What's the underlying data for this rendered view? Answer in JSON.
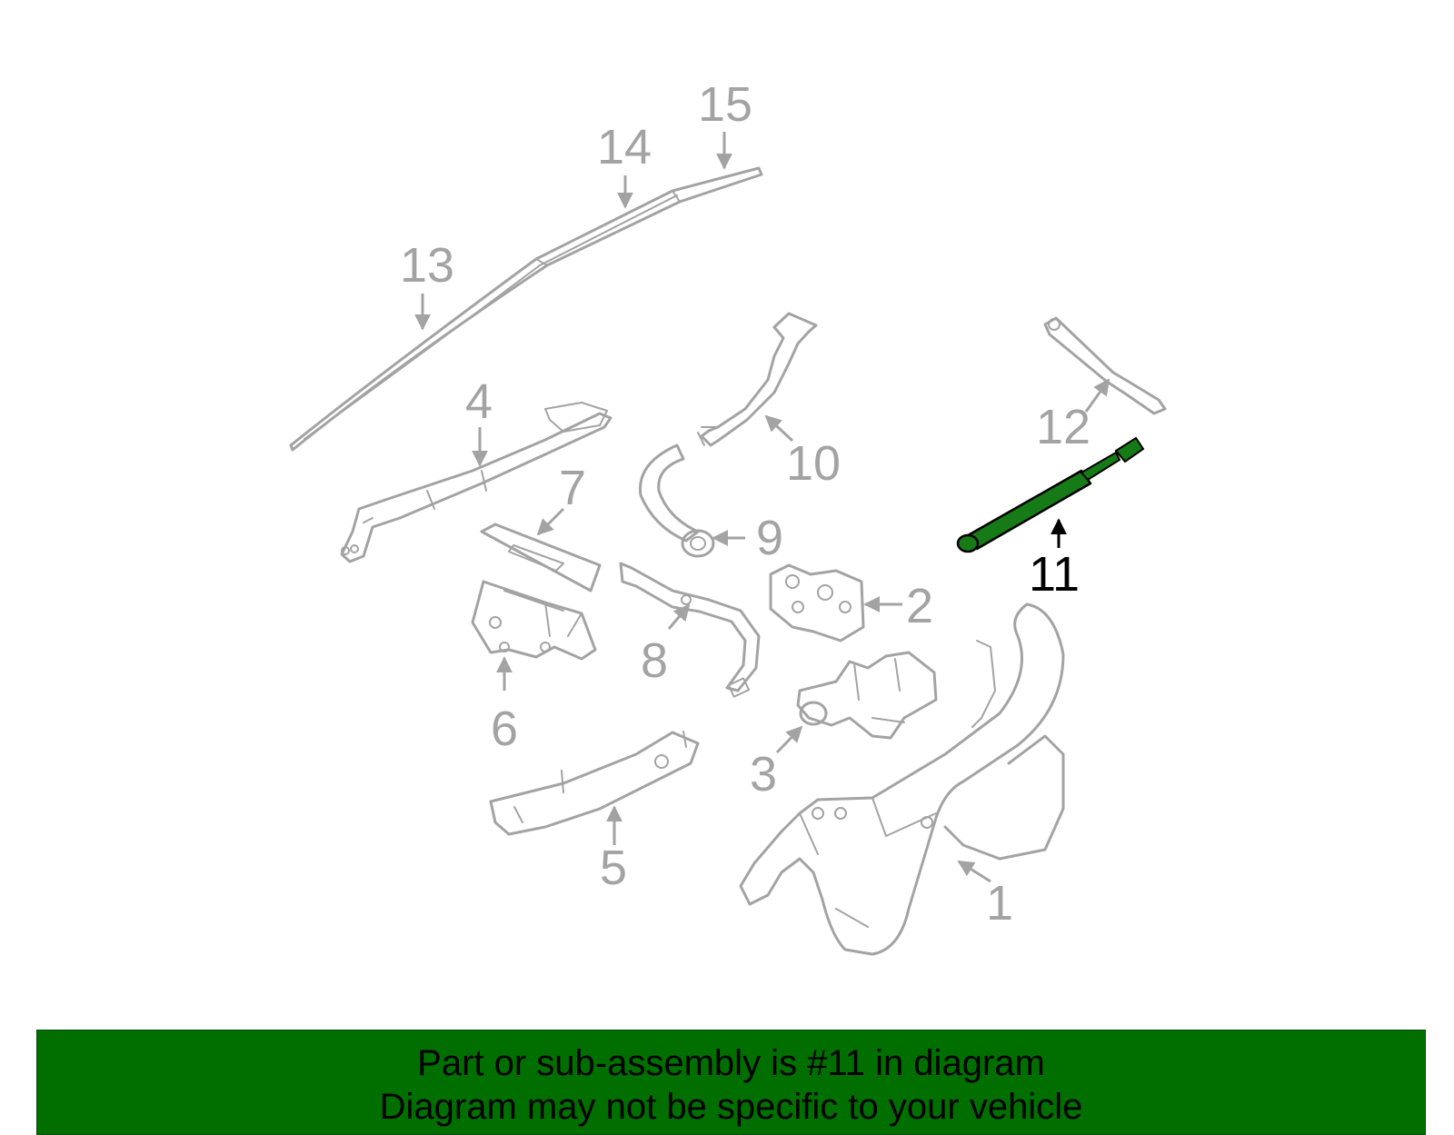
{
  "diagram": {
    "callouts": {
      "p1": "1",
      "p2": "2",
      "p3": "3",
      "p4": "4",
      "p5": "5",
      "p6": "6",
      "p7": "7",
      "p8": "8",
      "p9": "9",
      "p10": "10",
      "p11": "11",
      "p12": "12",
      "p13": "13",
      "p14": "14",
      "p15": "15"
    },
    "highlighted_part": "11",
    "colors": {
      "part_outline": "#a3a3a3",
      "highlight_fill": "#167a16",
      "highlight_label": "#000000",
      "banner_background": "#006f00"
    }
  },
  "footer": {
    "line1": "Part or sub-assembly is #11 in diagram",
    "line2": "Diagram may not be specific to your vehicle"
  }
}
